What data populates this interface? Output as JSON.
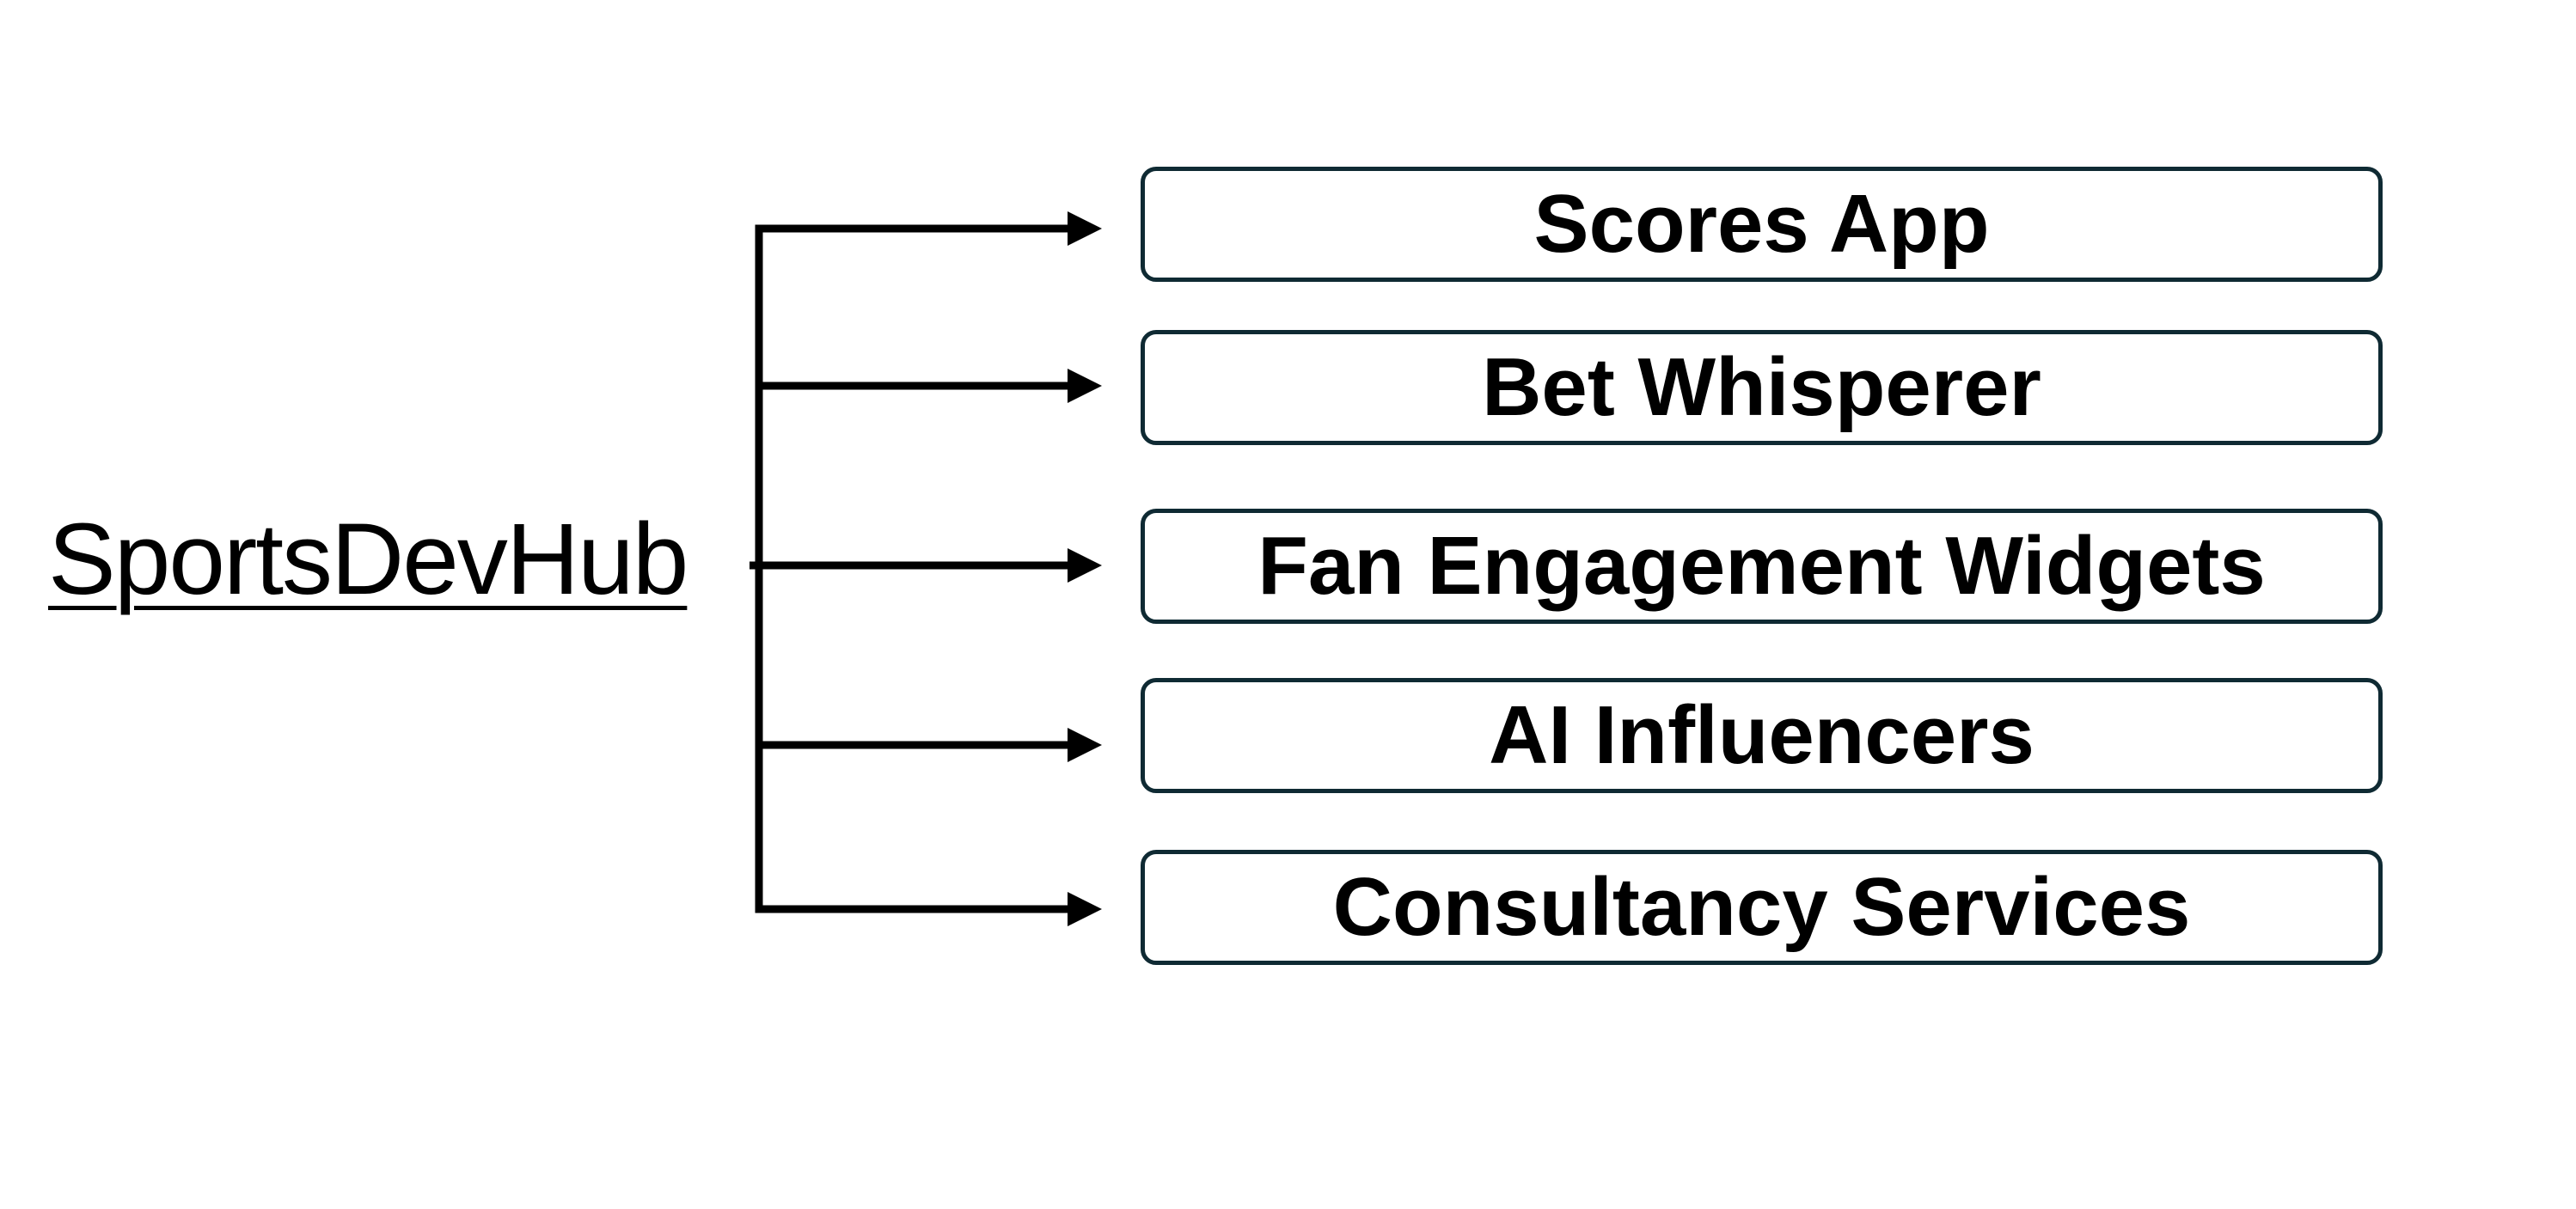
{
  "root": {
    "label": "SportsDevHub"
  },
  "children": [
    {
      "label": "Scores App"
    },
    {
      "label": "Bet Whisperer"
    },
    {
      "label": "Fan Engagement Widgets"
    },
    {
      "label": "AI Influencers"
    },
    {
      "label": "Consultancy Services"
    }
  ],
  "colors": {
    "connector": "#000000",
    "box_border": "#0f2a33",
    "text": "#000000",
    "background": "#ffffff"
  }
}
